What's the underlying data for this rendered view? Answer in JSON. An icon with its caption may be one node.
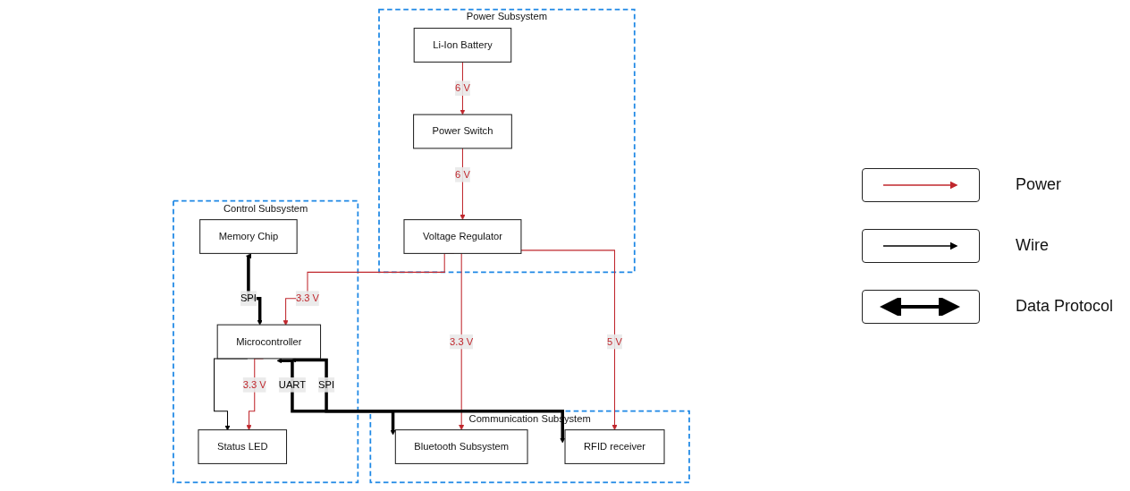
{
  "diagram": {
    "nodes": [
      {
        "text": [
          "Power Subsystem"
        ]
      },
      {
        "text": [
          "Li-Ion Battery"
        ],
        "in": 0
      },
      {
        "text": [
          "Power Switch"
        ],
        "in": 0
      },
      {
        "text": [
          "Voltage Regulator"
        ],
        "in": 0
      },
      {
        "text": [
          "Control Subsystem"
        ]
      },
      {
        "text": [
          "Memory Chip"
        ],
        "in": 4
      },
      {
        "text": [
          "Status LED"
        ],
        "in": 4
      },
      {
        "text": [
          "Microcontroller"
        ],
        "in": 4
      },
      {
        "text": [
          "Communication Subsystem"
        ]
      },
      {
        "text": [
          "Bluetooth Subsystem"
        ],
        "in": 8
      },
      {
        "text": [
          "RFID receiver"
        ],
        "in": 8
      }
    ],
    "edges": [
      {
        "from": 1,
        "to": 2,
        "arrow": "to",
        "label": "6 V"
      },
      {
        "from": 2,
        "to": 3,
        "arrow": "to",
        "label": "6 V"
      },
      {
        "from": 3,
        "to": 7,
        "arrow": "to",
        "label": "3.3 V"
      },
      {
        "from": 7,
        "to": 6,
        "arrow": "to",
        "color": "#000000"
      },
      {
        "from": 7,
        "to": 6,
        "arrow": "to",
        "label": "3.3 V"
      },
      {
        "from": 5,
        "to": 7,
        "arrow": "both",
        "label": "SPI",
        "style": "thick",
        "color": "#000000"
      },
      {
        "from": 3,
        "to": 9,
        "arrow": "to",
        "label": "3.3 V"
      },
      {
        "from": 3,
        "to": 10,
        "arrow": "to",
        "label": "5 V"
      },
      {
        "from": 7,
        "to": 9,
        "arrow": "both",
        "label": "UART",
        "style": "thick",
        "color": "#000000"
      },
      {
        "from": 7,
        "to": 10,
        "arrow": "both",
        "label": "SPI",
        "style": "thick",
        "color": "#000000"
      }
    ],
    "legend": [
      {
        "text": "Power"
      },
      {
        "text": "Wire"
      },
      {
        "text": "Data Protocol"
      }
    ]
  }
}
